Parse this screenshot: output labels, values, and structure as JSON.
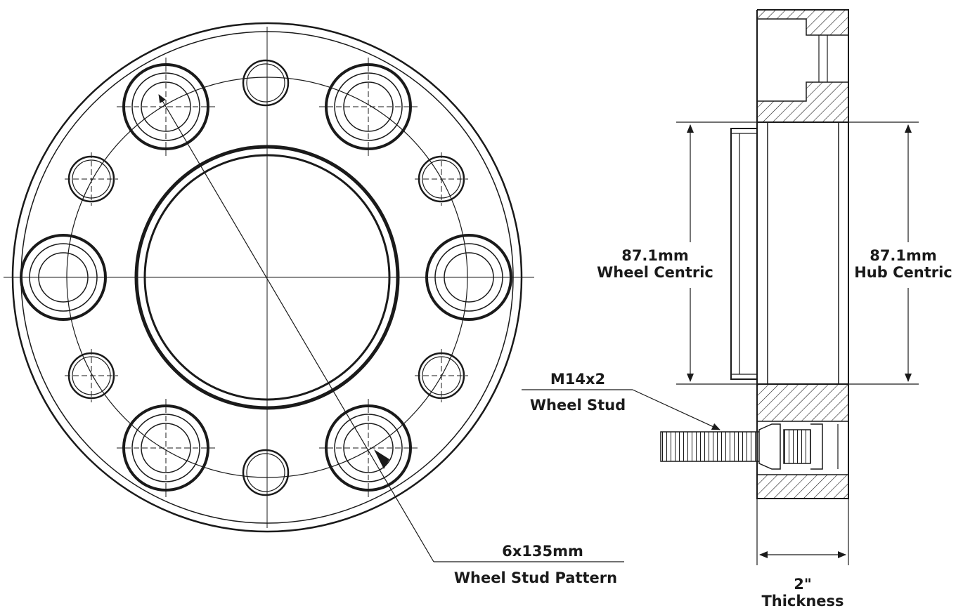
{
  "labels": {
    "wheel_centric_value": "87.1mm",
    "wheel_centric_text": "Wheel Centric",
    "hub_centric_value": "87.1mm",
    "hub_centric_text": "Hub Centric",
    "stud_size": "M14x2",
    "stud_text": "Wheel Stud",
    "pattern_value": "6x135mm",
    "pattern_text": "Wheel Stud Pattern",
    "thickness_value": "2\"",
    "thickness_text": "Thickness"
  },
  "colors": {
    "line": "#1a1a1a",
    "background": "#ffffff"
  }
}
